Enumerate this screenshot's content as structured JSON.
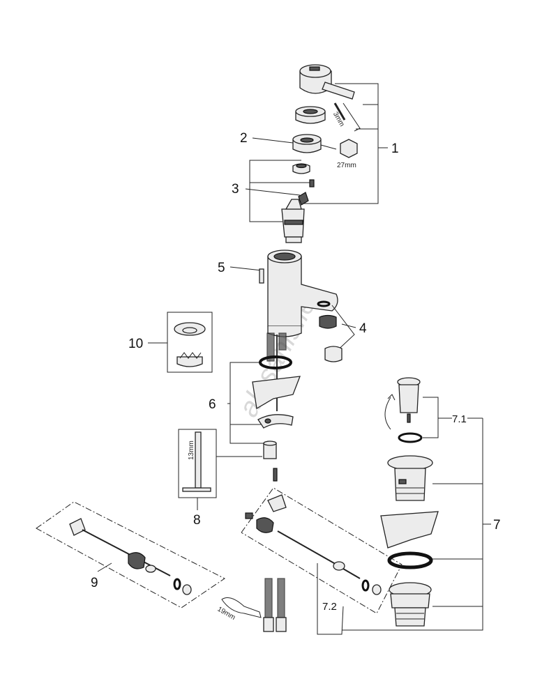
{
  "watermark": "alasanis.ie",
  "callouts": {
    "c1": "1",
    "c2": "2",
    "c3": "3",
    "c4": "4",
    "c5": "5",
    "c6": "6",
    "c7": "7",
    "c71": "7.1",
    "c72": "7.2",
    "c8": "8",
    "c9": "9",
    "c10": "10"
  },
  "dimensions": {
    "allen_key": "3mm",
    "hex_nut": "27mm",
    "spindle": "13mm",
    "wrench": "19mm"
  }
}
